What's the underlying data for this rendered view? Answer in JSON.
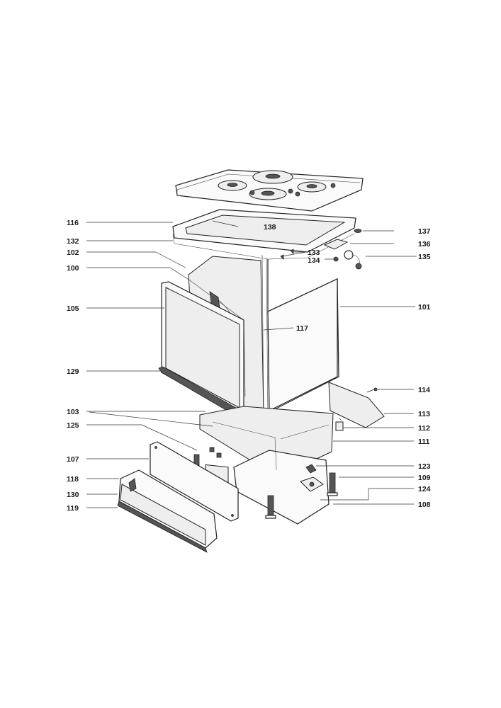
{
  "callouts": [
    {
      "id": "c116",
      "text": "116"
    },
    {
      "id": "c138",
      "text": "138"
    },
    {
      "id": "c137",
      "text": "137"
    },
    {
      "id": "c132",
      "text": "132"
    },
    {
      "id": "c136",
      "text": "136"
    },
    {
      "id": "c102",
      "text": "102"
    },
    {
      "id": "c133",
      "text": "133"
    },
    {
      "id": "c134",
      "text": "134"
    },
    {
      "id": "c135",
      "text": "135"
    },
    {
      "id": "c100",
      "text": "100"
    },
    {
      "id": "c105",
      "text": "105"
    },
    {
      "id": "c101",
      "text": "101"
    },
    {
      "id": "c117",
      "text": "117"
    },
    {
      "id": "c129",
      "text": "129"
    },
    {
      "id": "c114",
      "text": "114"
    },
    {
      "id": "c103",
      "text": "103"
    },
    {
      "id": "c113",
      "text": "113"
    },
    {
      "id": "c125",
      "text": "125"
    },
    {
      "id": "c112",
      "text": "112"
    },
    {
      "id": "c111",
      "text": "111"
    },
    {
      "id": "c107",
      "text": "107"
    },
    {
      "id": "c123",
      "text": "123"
    },
    {
      "id": "c118",
      "text": "118"
    },
    {
      "id": "c109",
      "text": "109"
    },
    {
      "id": "c130",
      "text": "130"
    },
    {
      "id": "c124",
      "text": "124"
    },
    {
      "id": "c119",
      "text": "119"
    },
    {
      "id": "c108",
      "text": "108"
    }
  ]
}
